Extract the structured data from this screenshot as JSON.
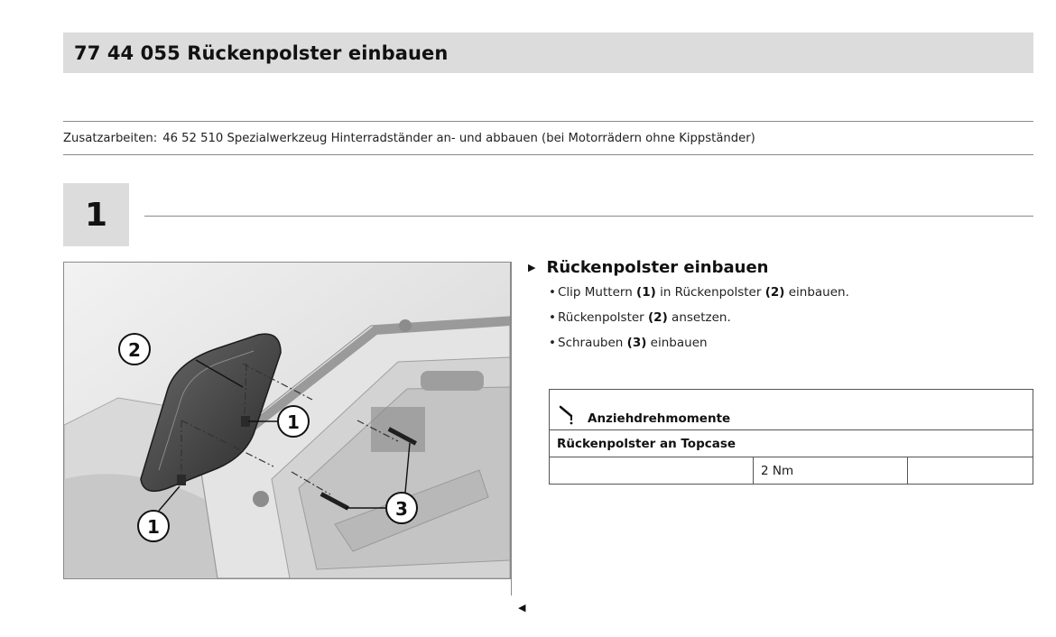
{
  "title": "77 44 055 Rückenpolster einbauen",
  "additional_work": {
    "label": "Zusatzarbeiten:",
    "text": "46 52 510 Spezialwerkzeug Hinterradständer an- und abbauen (bei Motorrädern ohne Kippständer)"
  },
  "step_number": "1",
  "figure": {
    "callouts": [
      "2",
      "1",
      "1",
      "3"
    ]
  },
  "instruction": {
    "heading": "Rückenpolster einbauen",
    "steps": [
      {
        "prefix": "Clip Muttern ",
        "ref1": "(1)",
        "middle": " in Rückenpolster ",
        "ref2": "(2)",
        "suffix": " einbauen."
      },
      {
        "prefix": "Rückenpolster ",
        "ref1": "(2)",
        "suffix": " ansetzen."
      },
      {
        "prefix": "Schrauben ",
        "ref1": "(3)",
        "suffix": " einbauen"
      }
    ]
  },
  "torque_table": {
    "header": "Anziehdrehmomente",
    "header_icon": "torque-wrench-icon",
    "item": "Rückenpolster an Topcase",
    "value": "2 Nm",
    "extra": ""
  }
}
